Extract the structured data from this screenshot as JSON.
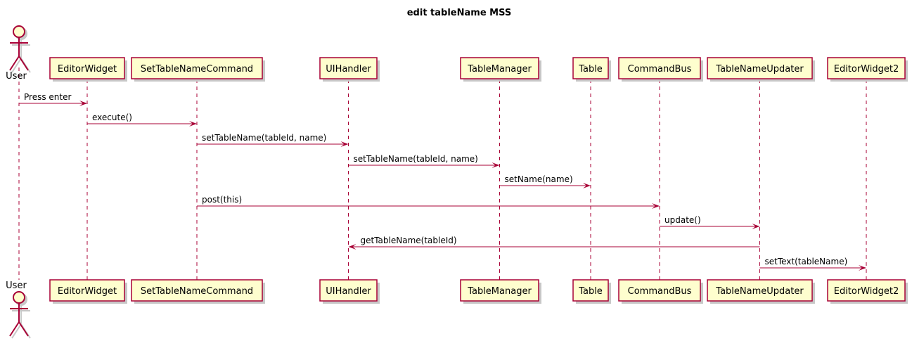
{
  "title": "edit tableName MSS",
  "colors": {
    "border": "#A80036",
    "box_fill": "#FEFECE",
    "shadow": "#C8C8C8"
  },
  "actor": {
    "name": "User"
  },
  "participants": [
    {
      "id": "EditorWidget",
      "label": "EditorWidget"
    },
    {
      "id": "SetTableNameCommand",
      "label": "SetTableNameCommand"
    },
    {
      "id": "UIHandler",
      "label": "UIHandler"
    },
    {
      "id": "TableManager",
      "label": "TableManager"
    },
    {
      "id": "Table",
      "label": "Table"
    },
    {
      "id": "CommandBus",
      "label": "CommandBus"
    },
    {
      "id": "TableNameUpdater",
      "label": "TableNameUpdater"
    },
    {
      "id": "EditorWidget2",
      "label": "EditorWidget2"
    }
  ],
  "messages": [
    {
      "from": "User",
      "to": "EditorWidget",
      "label": "Press enter"
    },
    {
      "from": "EditorWidget",
      "to": "SetTableNameCommand",
      "label": "execute()"
    },
    {
      "from": "SetTableNameCommand",
      "to": "UIHandler",
      "label": "setTableName(tableId, name)"
    },
    {
      "from": "UIHandler",
      "to": "TableManager",
      "label": "setTableName(tableId, name)"
    },
    {
      "from": "TableManager",
      "to": "Table",
      "label": "setName(name)"
    },
    {
      "from": "SetTableNameCommand",
      "to": "CommandBus",
      "label": "post(this)"
    },
    {
      "from": "CommandBus",
      "to": "TableNameUpdater",
      "label": "update()"
    },
    {
      "from": "TableNameUpdater",
      "to": "UIHandler",
      "label": "getTableName(tableId)"
    },
    {
      "from": "TableNameUpdater",
      "to": "EditorWidget2",
      "label": "setText(tableName)"
    }
  ]
}
